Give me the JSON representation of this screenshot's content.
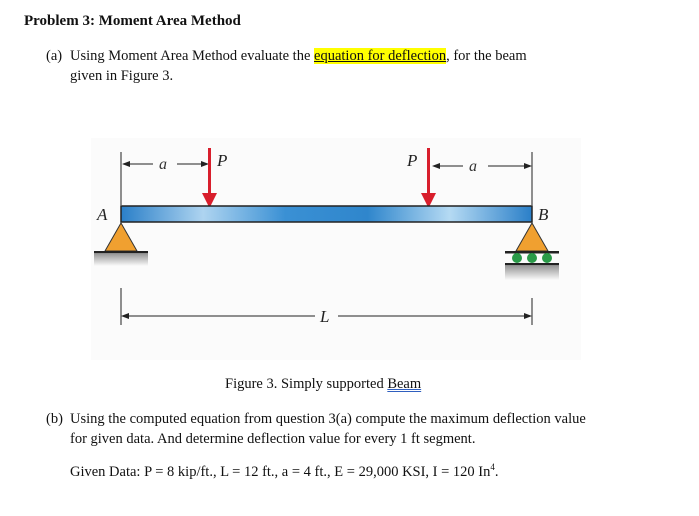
{
  "document": {
    "title": "Problem 3: Moment Area Method",
    "part_a": {
      "label": "(a)",
      "text_before": "Using Moment Area Method evaluate the ",
      "highlight": "equation for deflection",
      "text_after": ", for the beam",
      "line2": "given in Figure 3.",
      "highlight_color": "#ffff00"
    },
    "figure": {
      "caption_prefix": "Figure 3. Simply supported ",
      "caption_word": "Beam",
      "labels": {
        "support_left": "A",
        "support_right": "B",
        "load_left": "P",
        "load_right": "P",
        "dim_left": "a",
        "dim_right": "a",
        "span": "L"
      },
      "colors": {
        "beam": "#3a8fd4",
        "load_arrow": "#d81e2c",
        "support": "#f0a030",
        "roller": "#2a9a48"
      }
    },
    "part_b": {
      "label": "(b)",
      "line1": "Using the computed equation from question 3(a) compute the maximum deflection value",
      "line2": "for given data. And determine deflection value for every 1 ft segment."
    },
    "given_data": {
      "text": "Given Data: P = 8 kip/ft., L = 12 ft., a = 4 ft., E = 29,000 KSI, I = 120 In",
      "superscript": "4",
      "end": "."
    }
  }
}
